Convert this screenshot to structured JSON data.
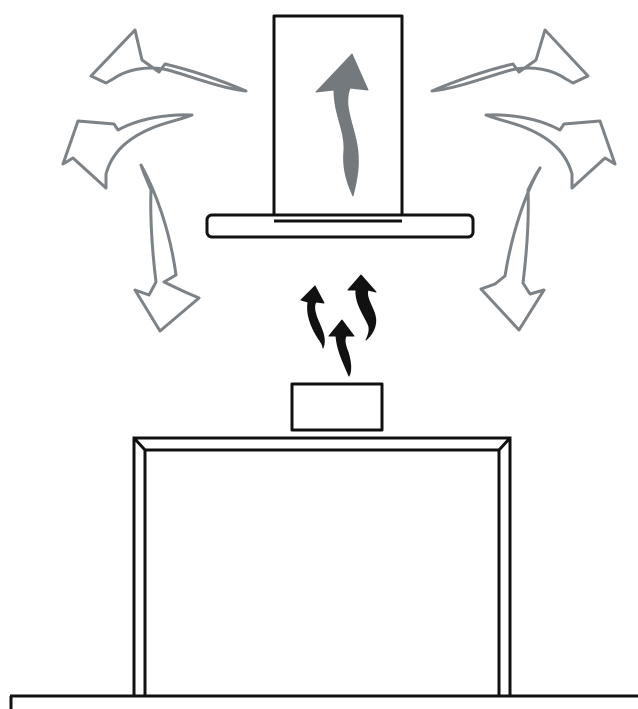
{
  "diagram": {
    "subject": "range-hood-recirculation",
    "colors": {
      "outline": "#111111",
      "exhaust_arrows": "#7d8287",
      "flue_arrow": "#74797e",
      "steam_arrows": "#111111",
      "background": "#ffffff"
    },
    "exhaust_arrow_count": 6,
    "steam_arrow_count": 3
  }
}
